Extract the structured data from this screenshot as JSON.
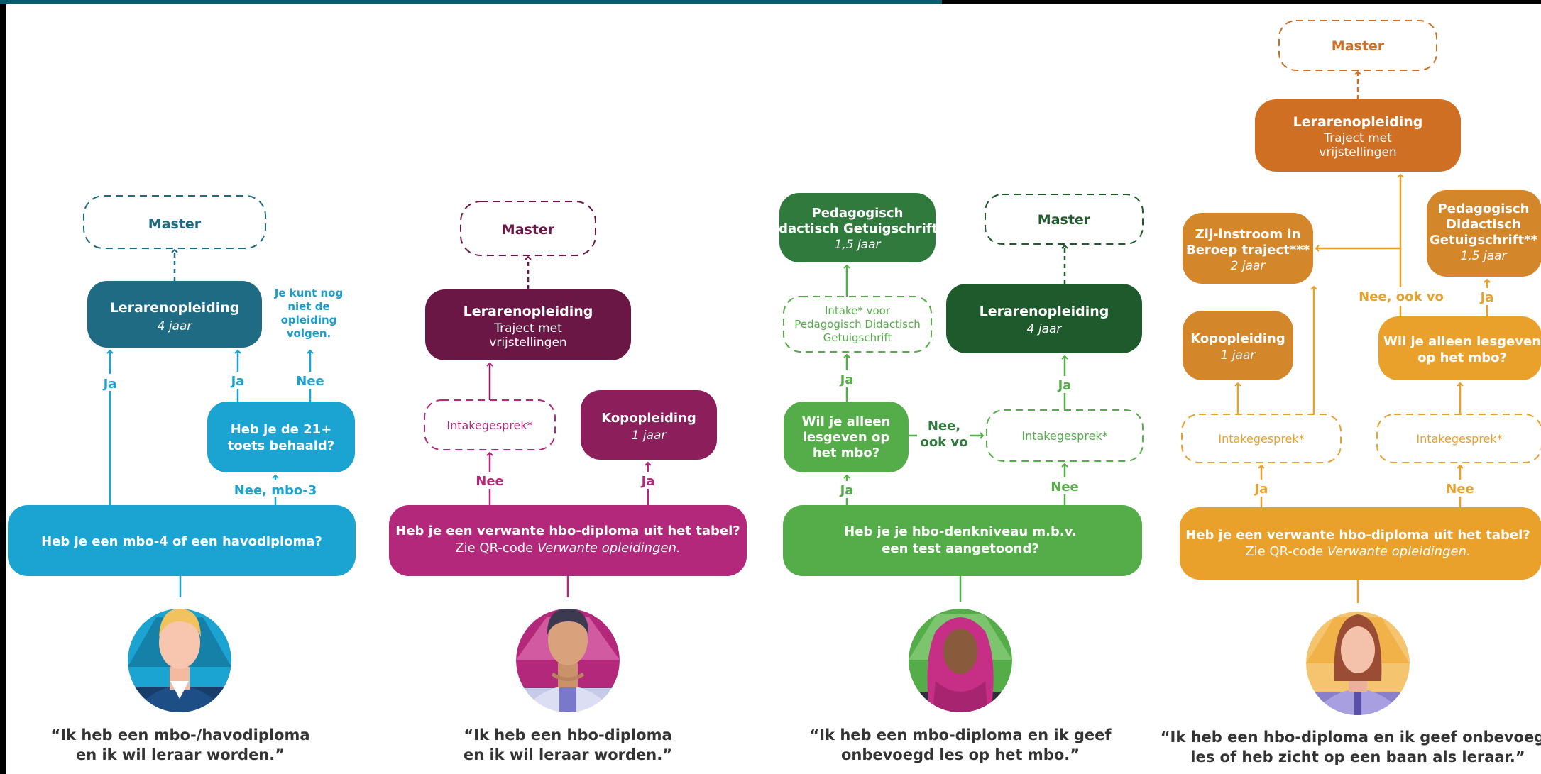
{
  "colors": {
    "blue_dark": "#1e6b83",
    "blue": "#1ba3d2",
    "blue_label": "#1a9dcb",
    "purple_dark": "#6b1746",
    "purple": "#8c1e5c",
    "magenta": "#b3287a",
    "green_dark": "#1f5a2c",
    "green_mid": "#2f7a3c",
    "green": "#55ad49",
    "orange_dark": "#cf6f24",
    "orange_mid": "#d4862a",
    "orange": "#eaa12b"
  },
  "col1": {
    "master": "Master",
    "opleiding_title": "Lerarenopleiding",
    "opleiding_sub": "4 jaar",
    "note": [
      "Je kunt nog",
      "niet de",
      "opleiding",
      "volgen."
    ],
    "toets": [
      "Heb je de 21+",
      "toets behaald?"
    ],
    "ja_left": "Ja",
    "ja_mid": "Ja",
    "nee": "Nee",
    "nee_mbo3": "Nee, mbo-3",
    "question": "Heb je een mbo-4 of een havodiploma?",
    "quote": [
      "“Ik heb een mbo-/havodiploma",
      "en ik wil leraar worden.”"
    ]
  },
  "col2": {
    "master": "Master",
    "opleiding": [
      "Lerarenopleiding",
      "Traject met",
      "vrijstellingen"
    ],
    "intake": "Intakegesprek*",
    "kop_title": "Kopopleiding",
    "kop_sub": "1 jaar",
    "nee": "Nee",
    "ja": "Ja",
    "question1": "Heb je een verwante hbo-diploma uit het tabel?",
    "question2_a": "Zie QR-code ",
    "question2_b": "Verwante opleidingen.",
    "quote": [
      "“Ik heb een hbo-diploma",
      "en ik wil leraar worden.”"
    ]
  },
  "col3": {
    "pdg": [
      "Pedagogisch",
      "Didactisch Getuigschrift**"
    ],
    "pdg_sub": "1,5 jaar",
    "master": "Master",
    "intake_pdg": [
      "Intake* voor",
      "Pedagogisch Didactisch",
      "Getuigschrift"
    ],
    "opleiding_title": "Lerarenopleiding",
    "opleiding_sub": "4 jaar",
    "ja_top": "Ja",
    "ja_right": "Ja",
    "wil": [
      "Wil je alleen",
      "lesgeven op",
      "het mbo?"
    ],
    "nee_ook": [
      "Nee,",
      "ook vo"
    ],
    "intake": "Intakegesprek*",
    "ja_bottom": "Ja",
    "nee": "Nee",
    "question": [
      "Heb je je hbo-denkniveau m.b.v.",
      "een test aangetoond?"
    ],
    "quote": [
      "“Ik heb een mbo-diploma en ik geef",
      "onbevoegd les op het mbo.”"
    ]
  },
  "col4": {
    "master": "Master",
    "opleiding": [
      "Lerarenopleiding",
      "Traject met",
      "vrijstellingen"
    ],
    "zij": [
      "Zij-instroom in",
      "Beroep traject***"
    ],
    "zij_sub": "2 jaar",
    "pdg": [
      "Pedagogisch",
      "Didactisch",
      "Getuigschrift**"
    ],
    "pdg_sub": "1,5 jaar",
    "nee_ook": "Nee, ook vo",
    "ja_pdg": "Ja",
    "kop_title": "Kopopleiding",
    "kop_sub": "1 jaar",
    "wil": [
      "Wil je alleen lesgeven",
      "op het mbo?"
    ],
    "intake_left": "Intakegesprek*",
    "intake_right": "Intakegesprek*",
    "ja": "Ja",
    "nee": "Nee",
    "question1": "Heb je een verwante hbo-diploma uit het tabel?",
    "question2_a": "Zie QR-code ",
    "question2_b": "Verwante opleidingen.",
    "quote": [
      "“Ik heb een hbo-diploma en ik geef onbevoegd",
      "les of heb zicht op een baan als leraar.”"
    ]
  }
}
